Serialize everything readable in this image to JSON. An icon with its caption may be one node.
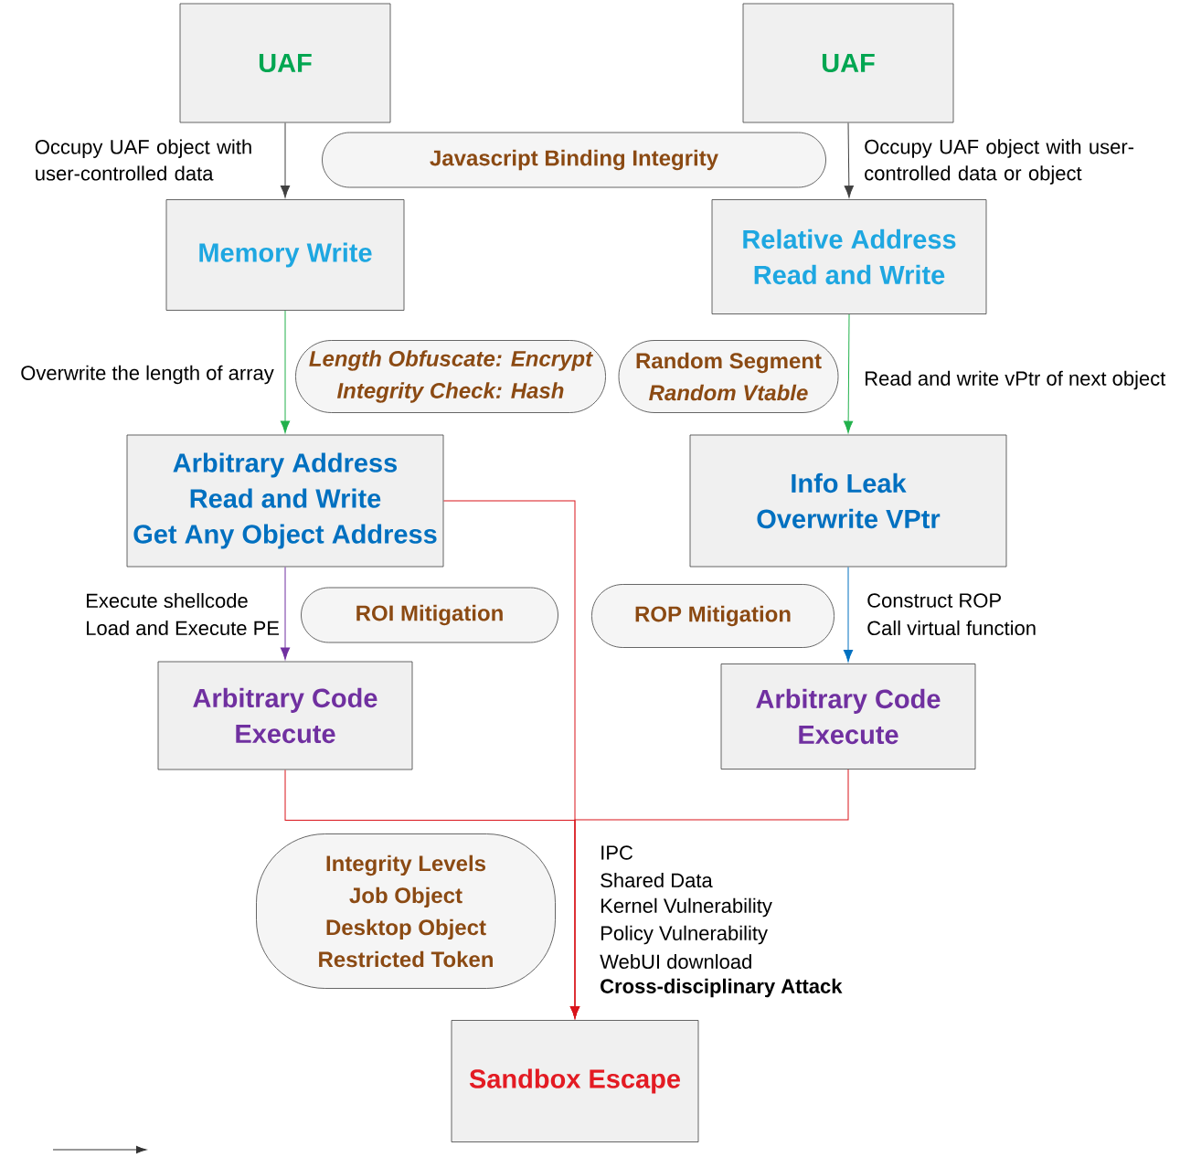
{
  "diagram": {
    "nodes": [
      {
        "text": [
          "UAF"
        ]
      },
      {
        "text": [
          "UAF"
        ]
      },
      {
        "text": [
          "Memory Write"
        ]
      },
      {
        "text": [
          "Relative Address Read and Write"
        ]
      },
      {
        "text": [
          "Arbitrary Address Read and Write",
          "Get Any Object Address"
        ]
      },
      {
        "text": [
          "Info Leak",
          "Overwrite VPtr"
        ]
      },
      {
        "text": [
          "Arbitrary Code Execute"
        ]
      },
      {
        "text": [
          "Arbitrary Code Execute"
        ]
      },
      {
        "text": [
          "Sandbox Escape"
        ]
      },
      {
        "text": [
          "Javascript Binding Integrity"
        ]
      },
      {
        "text": [
          "Length Obfuscate: Encrypt",
          "Integrity Check: Hash"
        ]
      },
      {
        "text": [
          "Random Segment",
          "Random Vtable"
        ]
      },
      {
        "text": [
          "ROI Mitigation"
        ]
      },
      {
        "text": [
          "ROP Mitigation"
        ]
      },
      {
        "text": [
          "Integrity Levels",
          "Job Object",
          "Desktop Object",
          "Restricted Token"
        ]
      }
    ],
    "edges": [
      {
        "from": 0,
        "to": 2,
        "arrow": "to",
        "label": "Occupy UAF object with user-controlled data",
        "color": "#404040"
      },
      {
        "from": 1,
        "to": 3,
        "arrow": "to",
        "label": "Occupy UAF object with user-controlled data or object",
        "color": "#404040"
      },
      {
        "from": 2,
        "to": 4,
        "arrow": "to",
        "label": "Overwrite the length of array",
        "color": "#22b14c"
      },
      {
        "from": 3,
        "to": 5,
        "arrow": "to",
        "label": "Read and write vPtr of next object",
        "color": "#22b14c"
      },
      {
        "from": 4,
        "to": 6,
        "arrow": "to",
        "color": "#7030a0"
      },
      {
        "from": 5,
        "to": 7,
        "arrow": "to",
        "color": "#0070c0"
      },
      {
        "from": 4,
        "to": 8,
        "arrow": "to",
        "color": "#d9141b"
      },
      {
        "from": 6,
        "to": 8,
        "arrow": "to",
        "color": "#d9141b"
      },
      {
        "from": 7,
        "to": 8,
        "arrow": "to",
        "color": "#d9141b"
      }
    ],
    "labels": [
      "Execute shellcode",
      "Load and Execute PE",
      "Construct ROP",
      "Call virtual function",
      "IPC",
      "Shared Data",
      "Kernel Vulnerability",
      "Policy Vulnerability",
      "WebUI download",
      "Cross-disciplinary Attack"
    ]
  }
}
